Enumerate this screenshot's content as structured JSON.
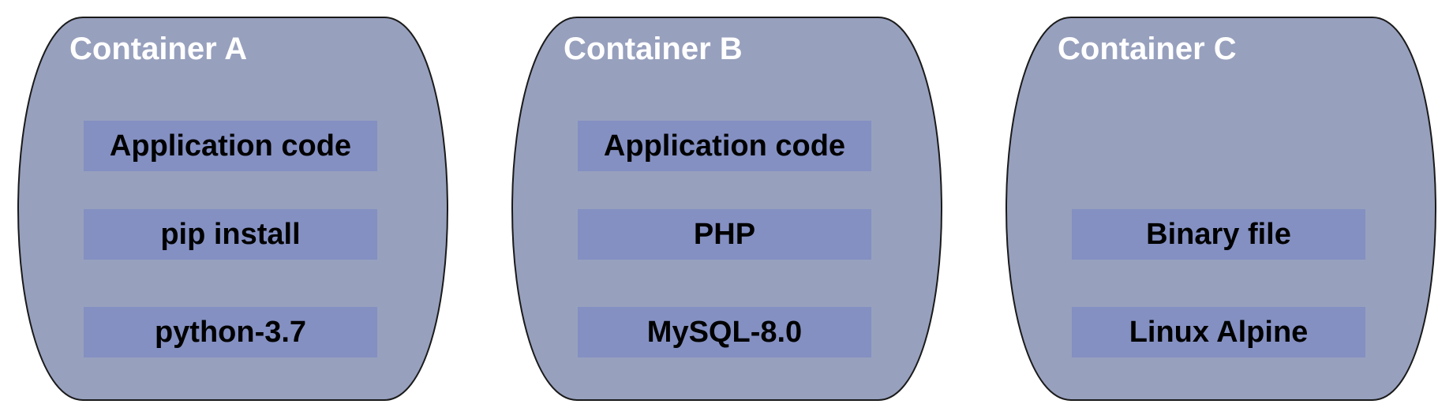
{
  "colors": {
    "container_fill": "#97a0bd",
    "container_stroke": "#1a1a1a",
    "layer_fill": "#8490c2",
    "title_text": "#ffffff",
    "layer_text": "#000000"
  },
  "containers": [
    {
      "title": "Container A",
      "layers": [
        "Application code",
        "pip install",
        "python-3.7"
      ]
    },
    {
      "title": "Container B",
      "layers": [
        "Application code",
        "PHP",
        "MySQL-8.0"
      ]
    },
    {
      "title": "Container C",
      "layers": [
        "Binary file",
        "Linux Alpine"
      ]
    }
  ]
}
